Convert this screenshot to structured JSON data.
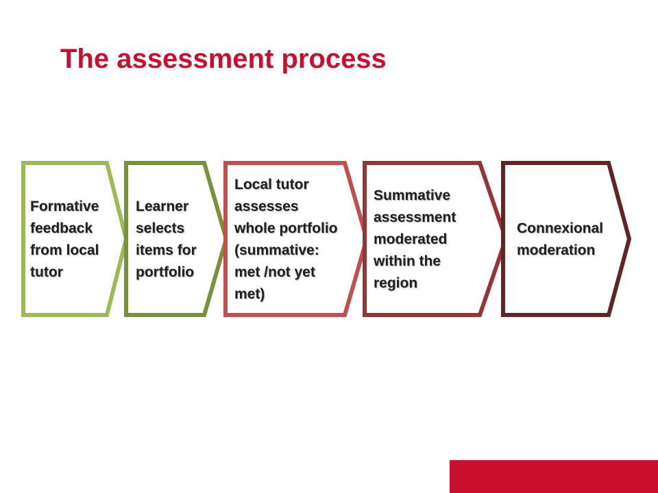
{
  "slide": {
    "title": "The assessment process"
  },
  "steps": [
    {
      "label": "Formative\nfeedback\nfrom local\ntutor",
      "color": "#9bbb59"
    },
    {
      "label": "Learner\nselects\nitems for\nportfolio",
      "color": "#76923c"
    },
    {
      "label": "Local tutor\nassesses\nwhole portfolio\n(summative:\nmet /not yet\nmet)",
      "color": "#c0504d"
    },
    {
      "label": "Summative\nassessment\nmoderated\nwithin the\nregion",
      "color": "#943634"
    },
    {
      "label": "Connexional\nmoderation",
      "color": "#632523"
    }
  ],
  "colors": {
    "title": "#c8102e",
    "footer_bar": "#c8102e"
  }
}
